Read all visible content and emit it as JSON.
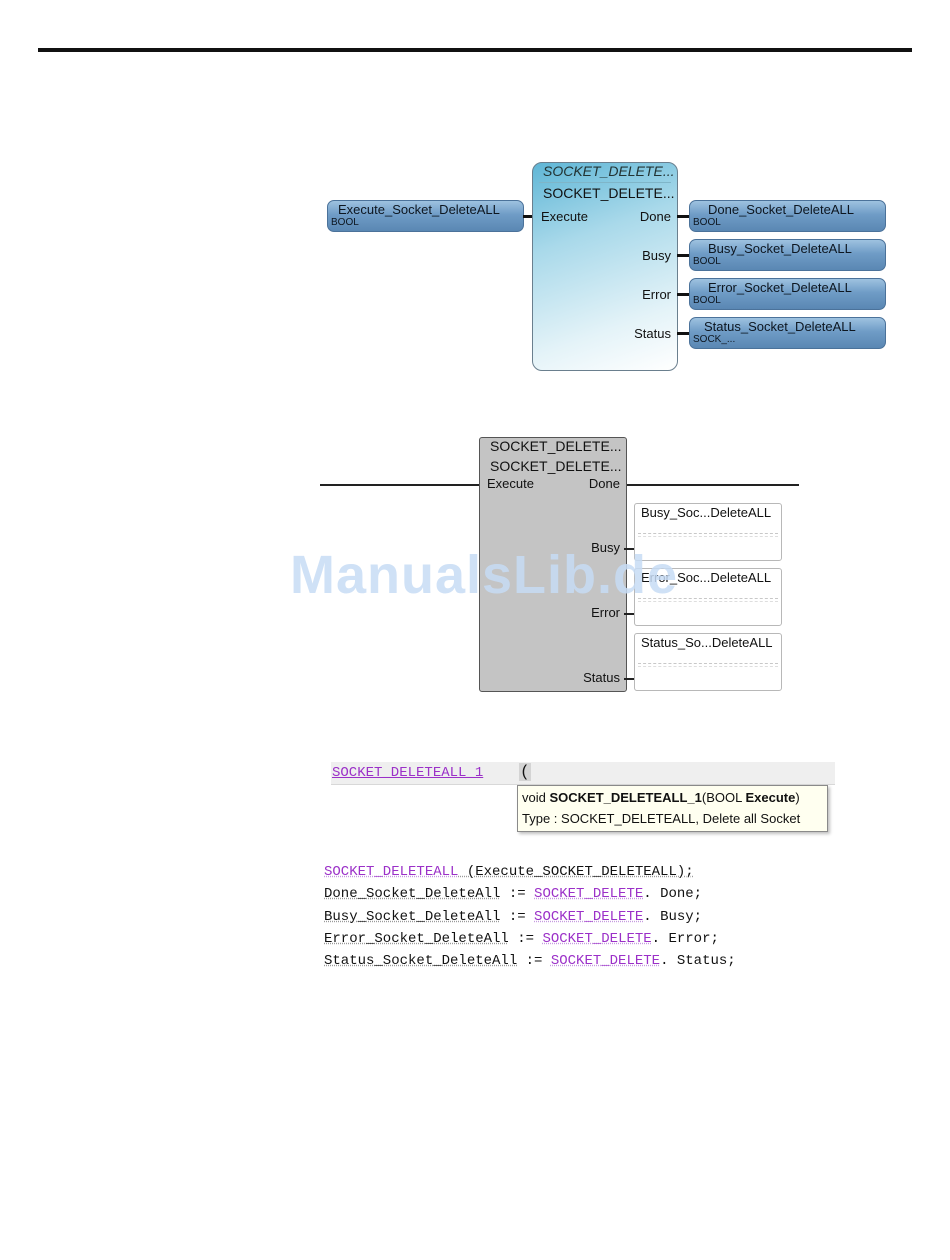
{
  "fbd": {
    "block_type": "SOCKET_DELETE...",
    "instance_name": "SOCKET_DELETE...",
    "input_pin": "Execute",
    "output_pins": [
      "Done",
      "Busy",
      "Error",
      "Status"
    ],
    "input_var": {
      "name": "Execute_Socket_DeleteALL",
      "type": "BOOL"
    },
    "output_vars": [
      {
        "name": "Done_Socket_DeleteALL",
        "type": "BOOL"
      },
      {
        "name": "Busy_Socket_DeleteALL",
        "type": "BOOL"
      },
      {
        "name": "Error_Socket_DeleteALL",
        "type": "BOOL"
      },
      {
        "name": "Status_Socket_DeleteALL",
        "type": "SOCK_..."
      }
    ]
  },
  "ld": {
    "block_type": "SOCKET_DELETE...",
    "instance_name": "SOCKET_DELETE...",
    "input_pin": "Execute",
    "output_pins": [
      "Done",
      "Busy",
      "Error",
      "Status"
    ],
    "output_vars": [
      "Busy_Soc...DeleteALL",
      "Error_Soc...DeleteALL",
      "Status_So...DeleteALL"
    ]
  },
  "watermark": "ManualsLib.de",
  "st_editor": {
    "call_identifier": "SOCKET_DELETEALL_1",
    "open_paren": "(",
    "tooltip_prefix": "void ",
    "tooltip_name": "SOCKET_DELETEALL_1",
    "tooltip_args_open": "(BOOL ",
    "tooltip_arg": "Execute",
    "tooltip_args_close": ")",
    "tooltip_line2": "Type : SOCKET_DELETEALL, Delete all Socket"
  },
  "code": {
    "line1": {
      "kw": "SOCKET_DELETEALL",
      "rest": " (Execute_SOCKET_DELETEALL);"
    },
    "line2": {
      "lhs": "Done_Socket_DeleteAll",
      "op": " := ",
      "kw": "SOCKET_DELETE",
      "rest": ". Done;"
    },
    "line3": {
      "lhs": "Busy_Socket_DeleteAll",
      "op": " := ",
      "kw": "SOCKET_DELETE",
      "rest": ". Busy;"
    },
    "line4": {
      "lhs": "Error_Socket_DeleteAll",
      "op": " := ",
      "kw": "SOCKET_DELETE",
      "rest": ". Error;"
    },
    "line5": {
      "lhs": "Status_Socket_DeleteAll",
      "op": " := ",
      "kw": "SOCKET_DELETE",
      "rest": ". Status;"
    }
  }
}
